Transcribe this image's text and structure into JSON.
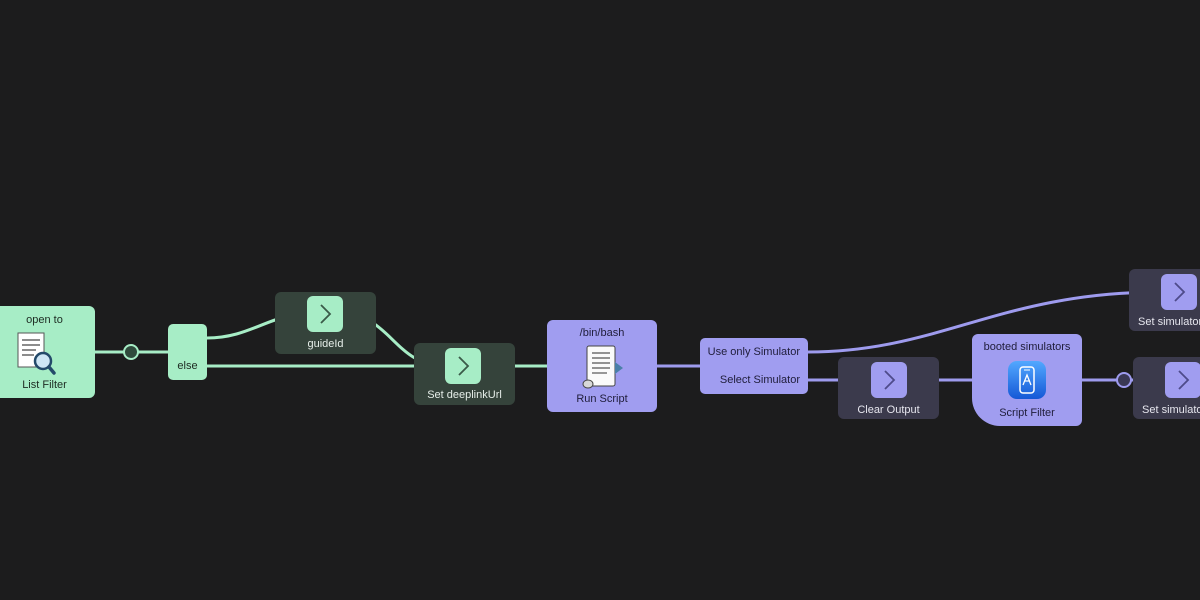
{
  "nodes": {
    "list_filter": {
      "title": "open to",
      "subtitle": "List Filter",
      "icon": "list-filter-magnifier-icon"
    },
    "conditional": {
      "label": "else"
    },
    "guide_id": {
      "label": "guideId",
      "icon": "chevron-right-icon"
    },
    "set_deeplink": {
      "label": "Set deeplinkUrl",
      "icon": "chevron-right-icon"
    },
    "run_script": {
      "title": "/bin/bash",
      "subtitle": "Run Script",
      "icon": "script-scroll-icon"
    },
    "simulator_conditional": {
      "route1": "Use only Simulator",
      "route2": "Select Simulator"
    },
    "clear_output": {
      "label": "Clear Output",
      "icon": "chevron-right-icon"
    },
    "script_filter": {
      "title": "booted simulators",
      "subtitle": "Script Filter",
      "icon": "simulator-phone-icon"
    },
    "set_simulator_top": {
      "label": "Set simulatorN",
      "icon": "chevron-right-icon"
    },
    "set_simulator_bottom": {
      "label": "Set simulator",
      "icon": "chevron-right-icon"
    }
  },
  "colors": {
    "background": "#1c1c1d",
    "green": "#a7edc6",
    "purple": "#a09df0",
    "green_connector": "#a7edc6",
    "purple_connector": "#9e9bee"
  }
}
